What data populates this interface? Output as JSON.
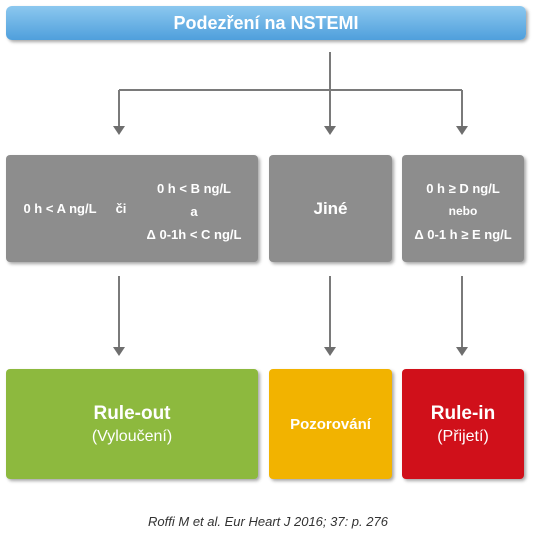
{
  "header": {
    "title": "Podezření na NSTEMI"
  },
  "left_box": {
    "part1": "0 h < A ng/L",
    "separator": "či",
    "part2_line1": "0 h < B ng/L",
    "part2_line2": "a",
    "part2_line3": "Δ 0-1h < C ng/L"
  },
  "middle_box": {
    "label": "Jiné"
  },
  "right_box": {
    "line1": "0 h ≥ D ng/L",
    "line2": "nebo",
    "line3": "Δ 0-1 h ≥ E ng/L"
  },
  "outcomes": [
    {
      "title": "Rule-out",
      "subtitle": "(Vyloučení)",
      "color": "#8db93e"
    },
    {
      "title": "Pozorování",
      "subtitle": "",
      "color": "#f2b300"
    },
    {
      "title": "Rule-in",
      "subtitle": "(Přijetí)",
      "color": "#d0101a"
    }
  ],
  "citation": "Roffi M et al. Eur Heart J 2016; 37: p. 276",
  "colors": {
    "header": "#5aa8e0",
    "criteria_box": "#8d8d8d",
    "arrow": "#7a7a7a"
  }
}
